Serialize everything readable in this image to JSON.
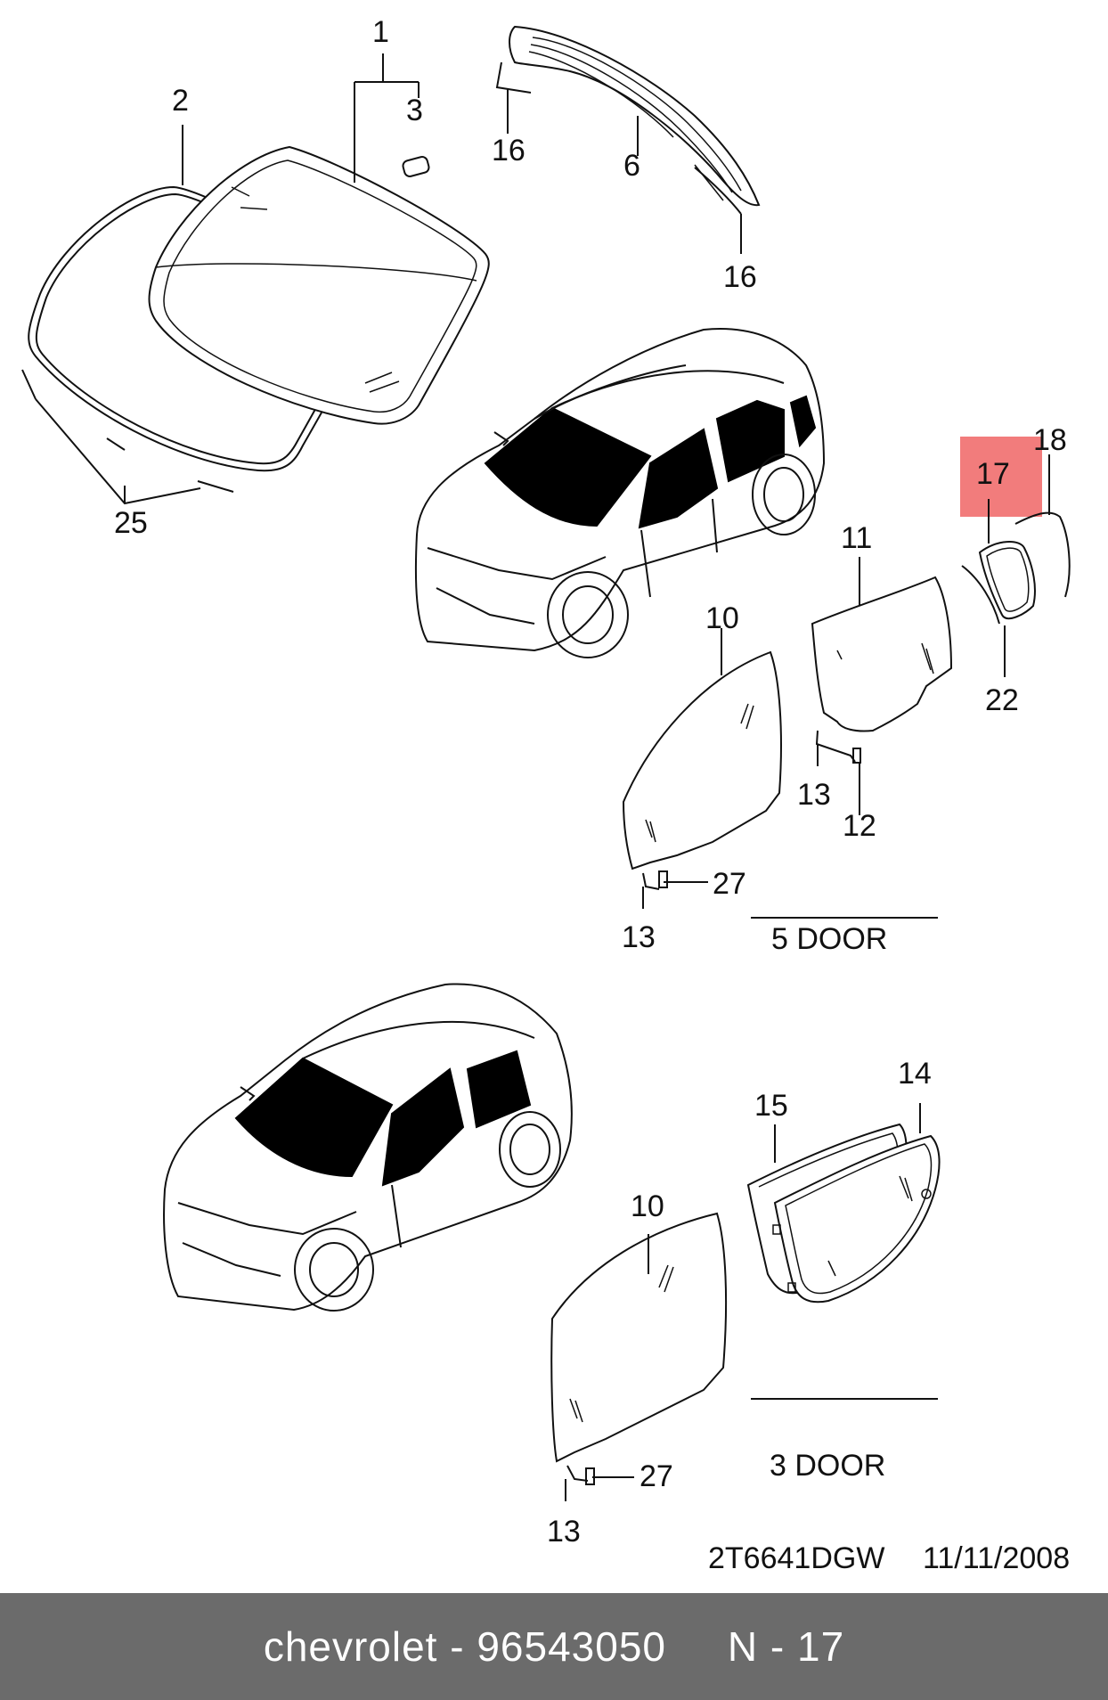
{
  "diagram": {
    "callouts": {
      "c1": "1",
      "c2": "2",
      "c3": "3",
      "c6": "6",
      "c16a": "16",
      "c16b": "16",
      "c25": "25",
      "c17": "17",
      "c18": "18",
      "c11": "11",
      "c10a": "10",
      "c22": "22",
      "c13a": "13",
      "c12": "12",
      "c27a": "27",
      "c13b": "13",
      "c14": "14",
      "c15": "15",
      "c10b": "10",
      "c27b": "27",
      "c13c": "13"
    },
    "sections": {
      "five_door": "5 DOOR",
      "three_door": "3 DOOR"
    },
    "drawing_code": "2T6641DGW",
    "drawing_date": "11/11/2008",
    "highlight_color": "#f27c7c"
  },
  "footer": {
    "text": "chevrolet - 96543050     N - 17",
    "background": "#6b6b6b"
  }
}
